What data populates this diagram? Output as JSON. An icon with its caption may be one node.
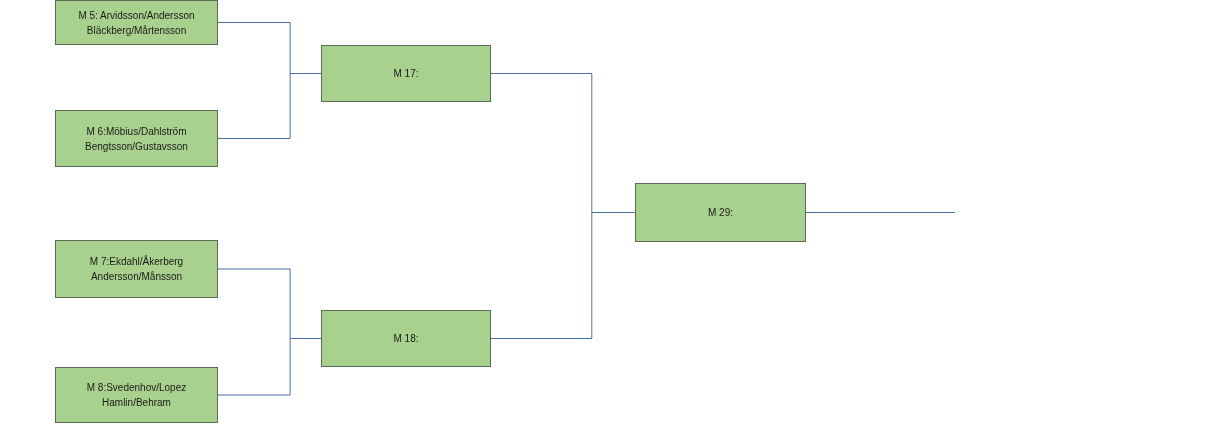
{
  "diagram": {
    "nodes": [
      {
        "text": [
          "M 5: Arvidsson/Andersson Bläckberg/Mårtensson"
        ]
      },
      {
        "text": [
          "M 6:Möbius/Dahlström Bengtsson/Gustavsson"
        ]
      },
      {
        "text": [
          "M 7:Ekdahl/Åkerberg Andersson/Månsson"
        ]
      },
      {
        "text": [
          "M 8:Svedenhov/Lopez Hamlin/Behram"
        ]
      },
      {
        "text": [
          "M 17:"
        ]
      },
      {
        "text": [
          "M 18:"
        ]
      },
      {
        "text": [
          "M 29:"
        ]
      }
    ],
    "edges": [
      {
        "from": 0,
        "to": 4,
        "arrow": "none"
      },
      {
        "from": 1,
        "to": 4,
        "arrow": "none"
      },
      {
        "from": 2,
        "to": 5,
        "arrow": "none"
      },
      {
        "from": 3,
        "to": 5,
        "arrow": "none"
      },
      {
        "from": 4,
        "to": 6,
        "arrow": "none"
      },
      {
        "from": 5,
        "to": 6,
        "arrow": "none"
      },
      {
        "from": 6,
        "to": null,
        "arrow": "none"
      }
    ]
  }
}
